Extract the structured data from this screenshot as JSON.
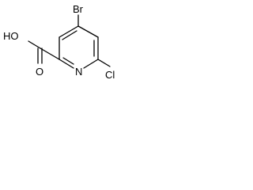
{
  "molecule": {
    "atoms": {
      "bromine": "Br",
      "hydroxyl": "HO",
      "carbonyl_oxygen": "O",
      "ring_nitrogen": "N",
      "chlorine": "Cl"
    }
  },
  "colors": {
    "bond": "#000000",
    "label": "#000000",
    "background": "#ffffff"
  }
}
